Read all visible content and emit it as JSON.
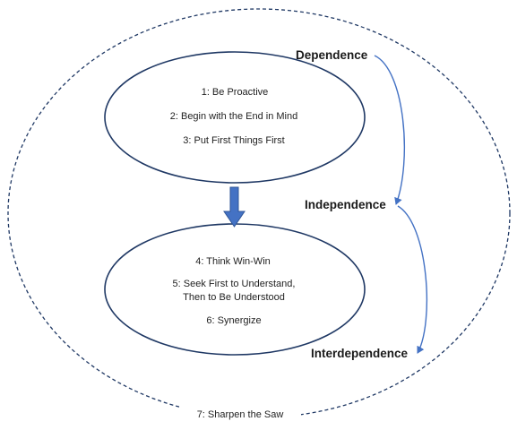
{
  "colors": {
    "arrow_fill": "#4472C4",
    "arrow_stroke": "#2F5597",
    "curve_stroke": "#4472C4",
    "outline": "#1F3864",
    "text": "#222222"
  },
  "stages": {
    "dependence": "Dependence",
    "independence": "Independence",
    "interdependence": "Interdependence"
  },
  "private_victory": {
    "habit_1": "1: Be Proactive",
    "habit_2": "2: Begin with the End in Mind",
    "habit_3": "3: Put First Things First"
  },
  "public_victory": {
    "habit_4": "4: Think Win-Win",
    "habit_5_line_1": "5: Seek First to Understand,",
    "habit_5_line_2": "Then to Be Understood",
    "habit_6": "6: Synergize"
  },
  "renewal": {
    "habit_7": "7: Sharpen the Saw"
  }
}
